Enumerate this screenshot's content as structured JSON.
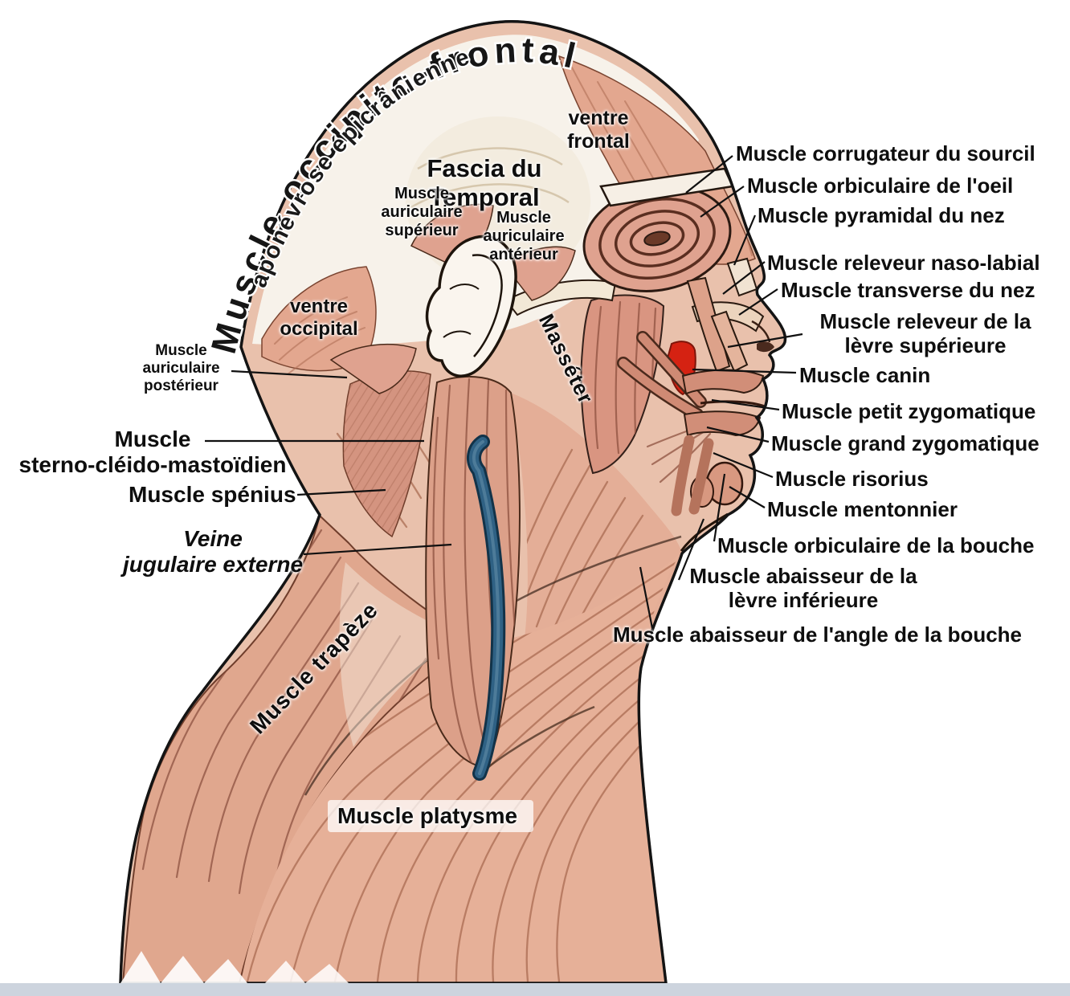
{
  "page": {
    "background": "#ffffff",
    "footer_strip_color": "#cdd4de"
  },
  "palette": {
    "flesh": "#e9c1ac",
    "muscle": "#dfa28f",
    "muscle_deep": "#c98a74",
    "bone_white": "#f7f2ea",
    "vein_blue": "#2f6184",
    "canin_red": "#d52212",
    "ink": "#141414"
  },
  "arc": {
    "title": "Muscle occipito-frontal",
    "subtitle": "aponévrose épicrânienne"
  },
  "figure_labels": {
    "ventre_frontal": {
      "line1": "ventre",
      "line2": "frontal"
    },
    "fascia_temporal": {
      "line1": "Fascia du",
      "line2": "Temporal"
    },
    "auriculaire_superieur": {
      "line1": "Muscle",
      "line2": "auriculaire",
      "line3": "supérieur"
    },
    "auriculaire_anterieur": {
      "line1": "Muscle",
      "line2": "auriculaire",
      "line3": "antérieur"
    },
    "ventre_occipital": {
      "line1": "ventre",
      "line2": "occipital"
    },
    "auriculaire_posterieur": {
      "line1": "Muscle",
      "line2": "auriculaire",
      "line3": "postérieur"
    },
    "masseter": "Masséter",
    "trapeze": "Muscle trapèze",
    "platysme": "Muscle platysme"
  },
  "left_labels": {
    "sterno_cleido": {
      "line1": "Muscle",
      "line2": "sterno-cléido-mastoïdien"
    },
    "spenius": "Muscle spénius",
    "veine_jugulaire": {
      "line1": "Veine",
      "line2": "jugulaire externe"
    }
  },
  "right_labels": {
    "corrugateur": "Muscle corrugateur du sourcil",
    "orbiculaire_oeil": "Muscle orbiculaire de l'oeil",
    "pyramidal": "Muscle pyramidal du nez",
    "releveur_naso": "Muscle releveur naso-labial",
    "transverse": "Muscle transverse du nez",
    "releveur_sup": {
      "line1": "Muscle releveur de la",
      "line2": "lèvre supérieure"
    },
    "canin": "Muscle canin",
    "petit_zygomatique": "Muscle petit zygomatique",
    "grand_zygomatique": "Muscle grand zygomatique",
    "risorius": "Muscle risorius",
    "mentonnier": "Muscle mentonnier",
    "orbiculaire_bouche": "Muscle orbiculaire de la bouche",
    "abaisseur_levre": {
      "line1": "Muscle abaisseur de la",
      "line2": "lèvre inférieure"
    },
    "abaisseur_angle": "Muscle abaisseur de l'angle de la  bouche"
  }
}
